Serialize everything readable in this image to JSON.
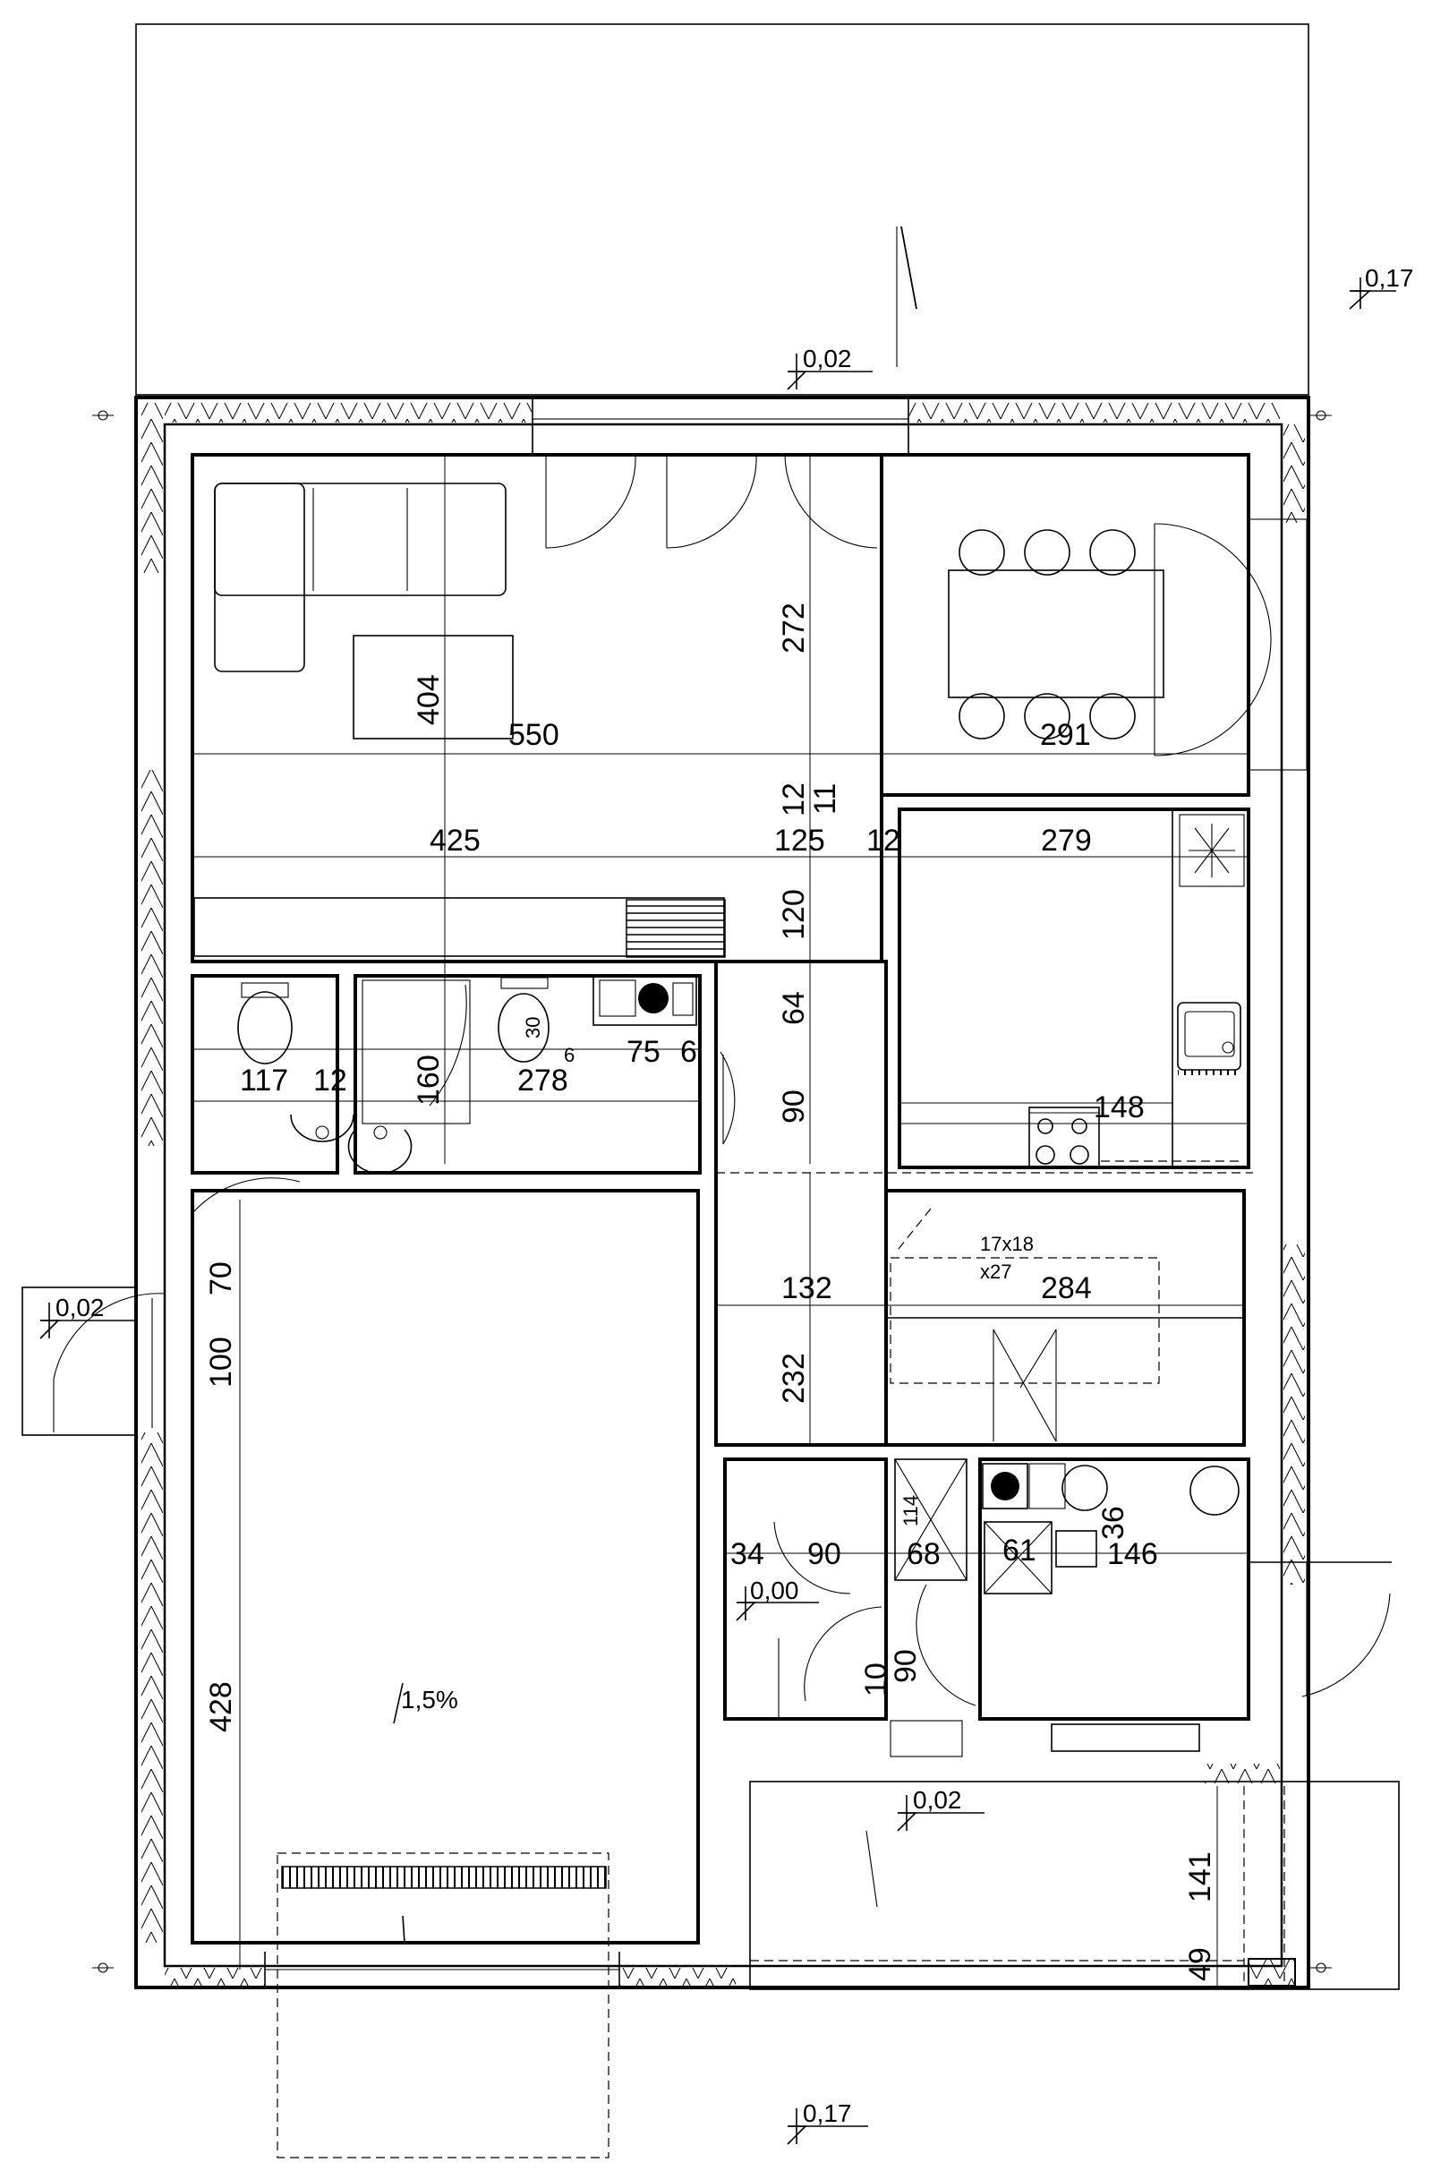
{
  "levels": {
    "top_right": "0,17",
    "terrace_top": "0,02",
    "entrance_left": "0,02",
    "hall": "0,00",
    "bottom_terrace": "0,02",
    "bottom": "0,17"
  },
  "slope": "1,5%",
  "stairs": {
    "steps": "17x18",
    "count": "x27"
  },
  "dimensions": {
    "d550": "550",
    "d291": "291",
    "d404": "404",
    "d272": "272",
    "d425": "425",
    "d125": "125",
    "d12a": "12",
    "d12b": "12",
    "d11": "11",
    "d279": "279",
    "d120": "120",
    "d64": "64",
    "d117": "117",
    "d12c": "12",
    "d278": "278",
    "d160": "160",
    "d30": "30",
    "d6a": "6",
    "d75": "75",
    "d6b": "6",
    "d90a": "90",
    "d148": "148",
    "d70": "70",
    "d100": "100",
    "d132": "132",
    "d284": "284",
    "d232": "232",
    "d34": "34",
    "d90b": "90",
    "d68": "68",
    "d114": "114",
    "d61": "61",
    "d36": "36",
    "d146": "146",
    "d90c": "90",
    "d10": "10",
    "d428": "428",
    "d141": "141",
    "d49": "49"
  }
}
